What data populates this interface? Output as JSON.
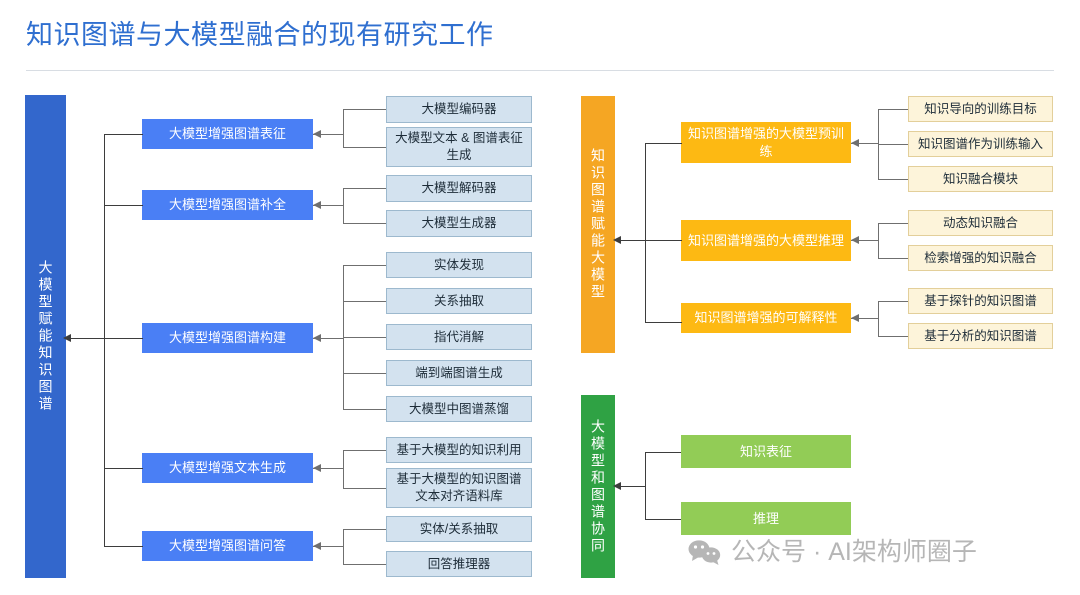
{
  "page": {
    "title": "知识图谱与大模型融合的现有研究工作",
    "title_color": "#2f6fd0"
  },
  "colors": {
    "spine_blue": "#3367cc",
    "spine_orange": "#f5a623",
    "spine_green": "#2fa244",
    "node_blue": "#4a7ff5",
    "node_orange": "#fdb913",
    "node_green": "#92cc56",
    "leaf_blue_fill": "#d3e2ef",
    "leaf_blue_border": "#9db9ce",
    "leaf_cream_fill": "#fdf4da",
    "leaf_cream_border": "#e3cf9a",
    "connector": "#3d3d3d"
  },
  "branches": {
    "llm_for_kg": {
      "spine_label": "大模型赋能知识图谱",
      "nodes": [
        {
          "label": "大模型增强图谱表征",
          "leaves": [
            "大模型编码器",
            "大模型文本 & 图谱表征生成"
          ]
        },
        {
          "label": "大模型增强图谱补全",
          "leaves": [
            "大模型解码器",
            "大模型生成器"
          ]
        },
        {
          "label": "大模型增强图谱构建",
          "leaves": [
            "实体发现",
            "关系抽取",
            "指代消解",
            "端到端图谱生成",
            "大模型中图谱蒸馏"
          ]
        },
        {
          "label": "大模型增强文本生成",
          "leaves": [
            "基于大模型的知识利用",
            "基于大模型的知识图谱文本对齐语料库"
          ]
        },
        {
          "label": "大模型增强图谱问答",
          "leaves": [
            "实体/关系抽取",
            "回答推理器"
          ]
        }
      ]
    },
    "kg_for_llm": {
      "spine_label": "知识图谱赋能大模型",
      "nodes": [
        {
          "label": "知识图谱增强的大模型预训练",
          "leaves": [
            "知识导向的训练目标",
            "知识图谱作为训练输入",
            "知识融合模块"
          ]
        },
        {
          "label": "知识图谱增强的大模型推理",
          "leaves": [
            "动态知识融合",
            "检索增强的知识融合"
          ]
        },
        {
          "label": "知识图谱增强的可解释性",
          "leaves": [
            "基于探针的知识图谱",
            "基于分析的知识图谱"
          ]
        }
      ]
    },
    "synergy": {
      "spine_label": "大模型和图谱协同",
      "nodes": [
        {
          "label": "知识表征",
          "leaves": []
        },
        {
          "label": "推理",
          "leaves": []
        }
      ]
    }
  },
  "watermark": {
    "text": "公众号 · AI架构师圈子",
    "icon": "wechat-icon"
  }
}
